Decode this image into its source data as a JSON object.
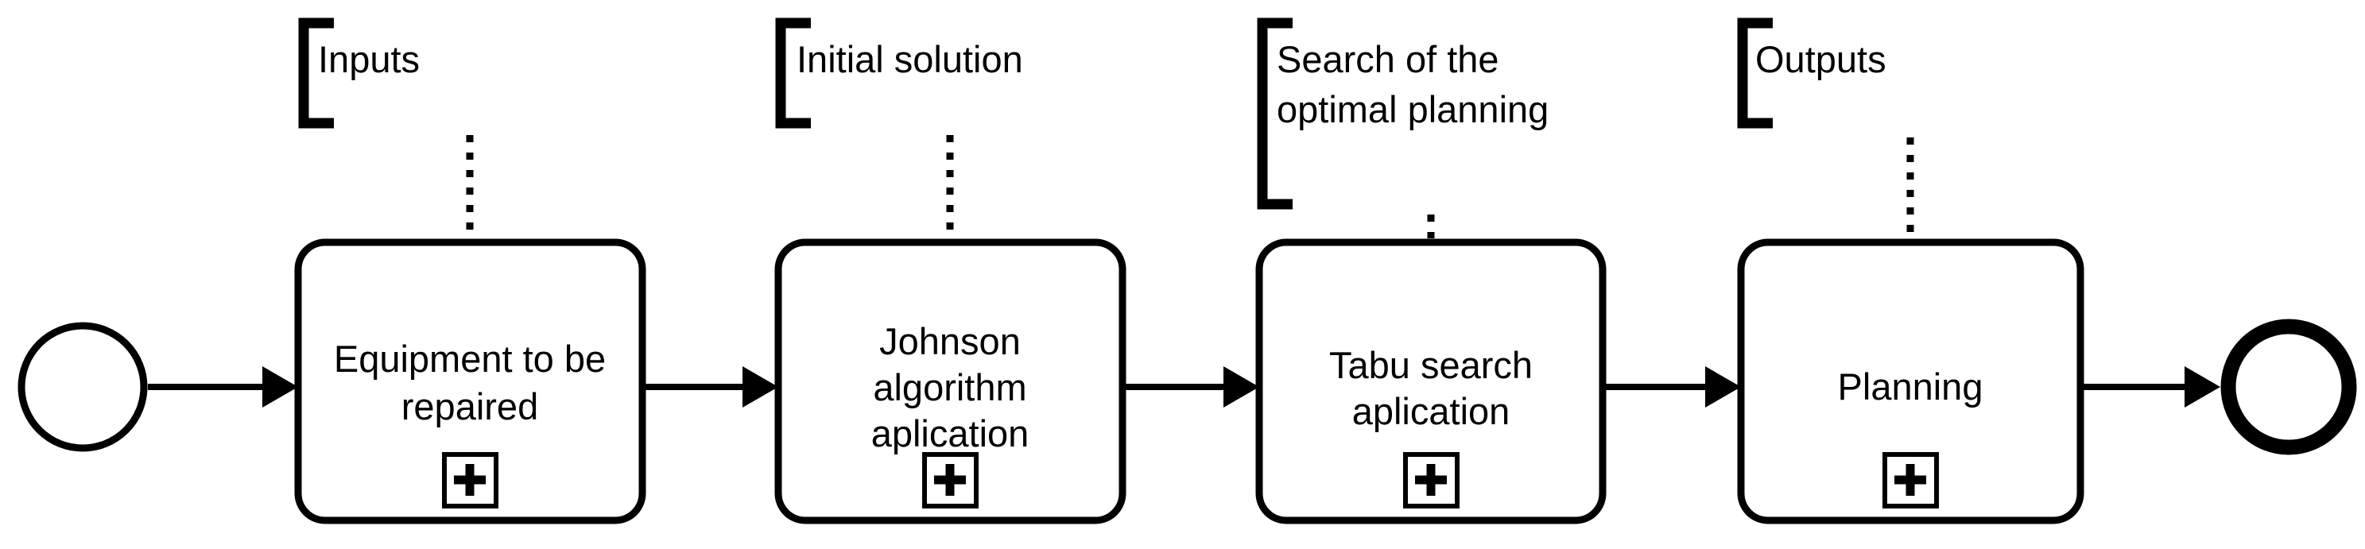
{
  "diagram": {
    "title": "BPMN process flow for repair planning",
    "background_color": "#ffffff",
    "stroke_color": "#000000",
    "annotations": [
      {
        "label": "Inputs",
        "lines": [
          "Inputs"
        ]
      },
      {
        "label": "Initial solution",
        "lines": [
          "Initial solution"
        ]
      },
      {
        "label": "Search of the optimal planning",
        "lines": [
          "Search of the",
          "optimal planning"
        ]
      },
      {
        "label": "Outputs",
        "lines": [
          "Outputs"
        ]
      }
    ],
    "tasks": [
      {
        "name": "Equipment to be repaired",
        "lines": [
          "Equipment to be",
          "repaired"
        ],
        "marker": "+"
      },
      {
        "name": "Johnson algorithm aplication",
        "lines": [
          "Johnson",
          "algorithm",
          "aplication"
        ],
        "marker": "+"
      },
      {
        "name": "Tabu search aplication",
        "lines": [
          "Tabu search",
          "aplication"
        ],
        "marker": "+"
      },
      {
        "name": "Planning",
        "lines": [
          "Planning"
        ],
        "marker": "+"
      }
    ],
    "events": {
      "start": "start-event",
      "end": "end-event"
    }
  }
}
